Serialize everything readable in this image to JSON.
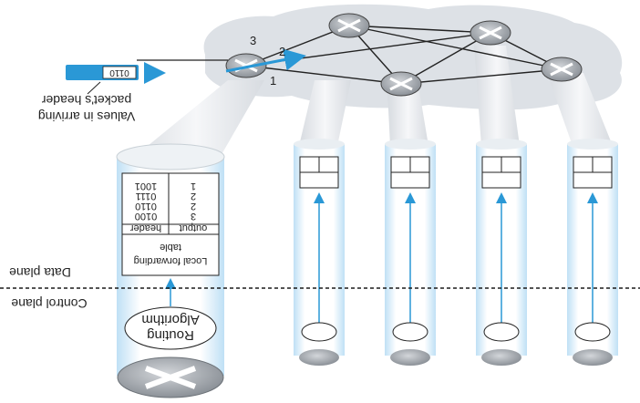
{
  "labels": {
    "packet_value": "0110",
    "values_line1": "Values in arriving",
    "values_line2": "packet's header",
    "data_plane": "Data plane",
    "control_plane": "Control plane",
    "routing_line1": "Routing",
    "routing_line2": "Algorithm",
    "table_title_line1": "Local forwarding",
    "table_title_line2": "table",
    "col_header": "header",
    "col_output": "output"
  },
  "port_labels": {
    "p1": "1",
    "p2": "2",
    "p3": "3"
  },
  "forwarding_table": [
    {
      "header": "0100",
      "output": "3"
    },
    {
      "header": "0110",
      "output": "2"
    },
    {
      "header": "0111",
      "output": "2"
    },
    {
      "header": "1001",
      "output": "1"
    }
  ],
  "colors": {
    "cloud": "#dde1e6",
    "router_body": "#9aa0a6",
    "column_glow": "#bfe0f5",
    "arrow_blue": "#2a98d6",
    "dashed_line": "#1a1a1a"
  }
}
